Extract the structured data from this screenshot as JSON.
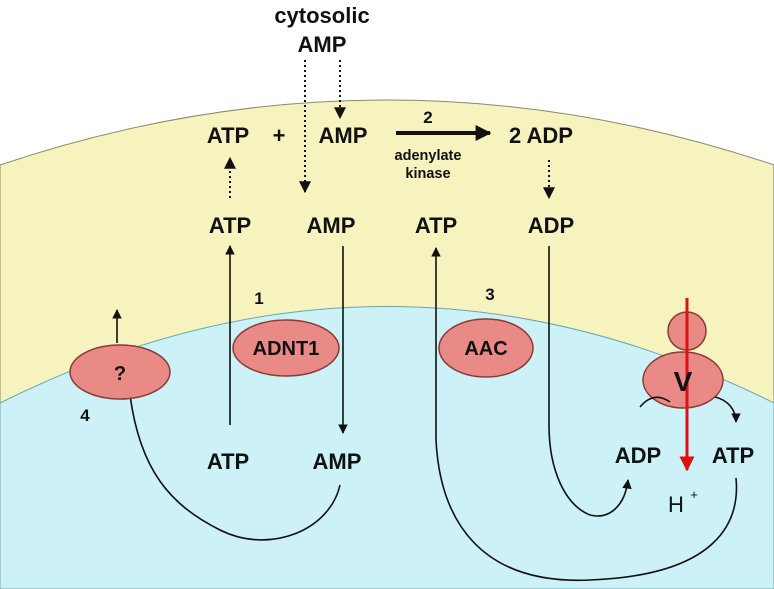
{
  "labels": {
    "cytosolic_line1": "cytosolic",
    "cytosolic_line2": "AMP",
    "reaction_atp": "ATP",
    "reaction_plus": "+",
    "reaction_amp": "AMP",
    "reaction_step": "2",
    "reaction_product": "2 ADP",
    "enzyme_line1": "adenylate",
    "enzyme_line2": "kinase",
    "ims_atp_left": "ATP",
    "ims_amp": "AMP",
    "ims_atp_right": "ATP",
    "ims_adp": "ADP",
    "num_1": "1",
    "num_3": "3",
    "num_4": "4",
    "matrix_atp": "ATP",
    "matrix_amp": "AMP",
    "matrix_adp": "ADP",
    "matrix_atp_right": "ATP",
    "proton": "H",
    "proton_charge": "+"
  },
  "transporters": {
    "unknown": "?",
    "adnt1": "ADNT1",
    "aac": "AAC",
    "v_atpase": "V"
  },
  "colors": {
    "intermembrane_space": "#f6f3bf",
    "matrix": "#ccf2f7",
    "transporter_fill": "#e98a86",
    "transporter_stroke": "#8a3b38",
    "proton_arrow": "#e01010"
  }
}
